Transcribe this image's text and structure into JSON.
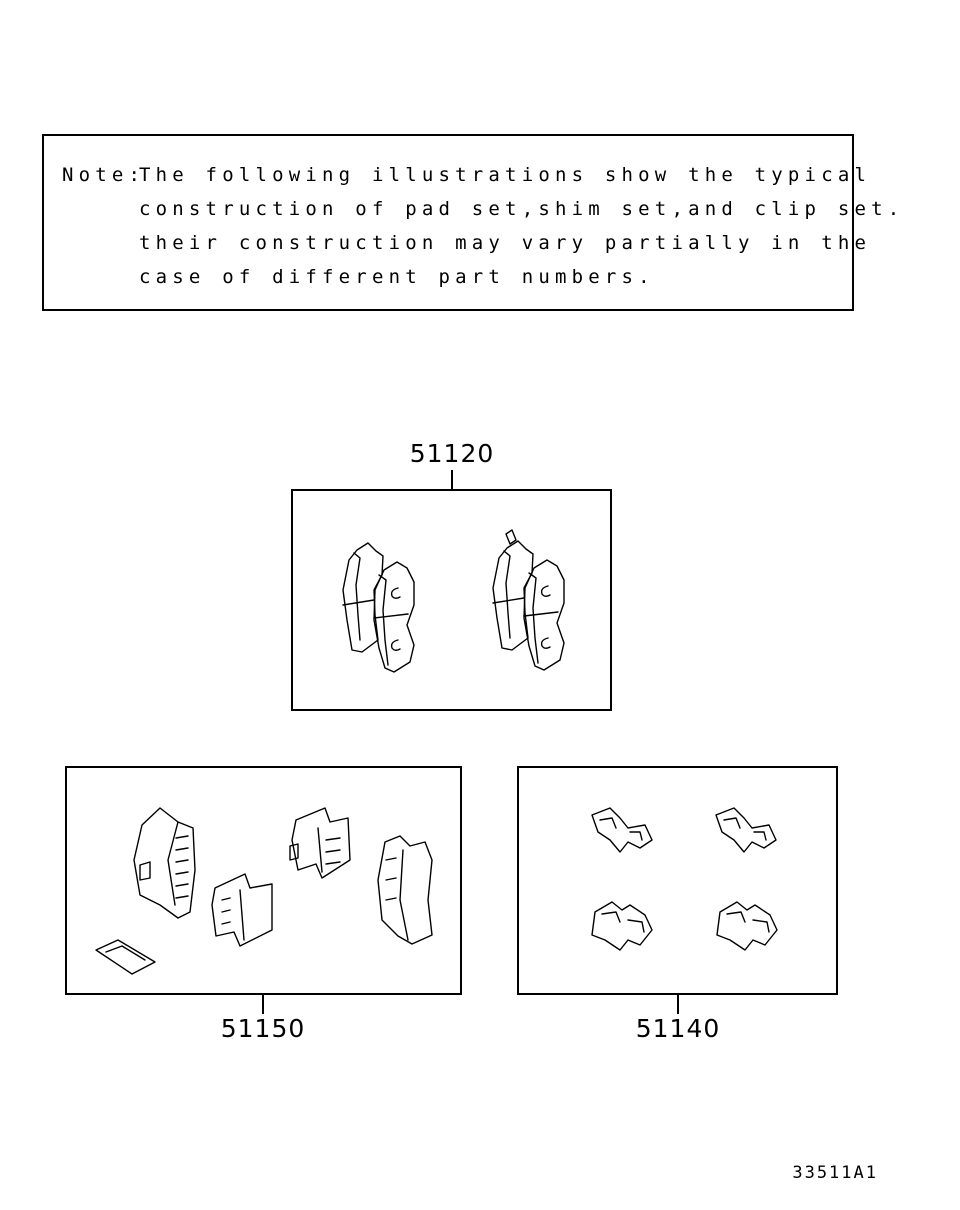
{
  "note": {
    "label": "Note:",
    "lines": [
      "The following illustrations show the typical",
      "construction of pad set,shim set,and clip set.",
      "their construction may vary partially in the",
      "case of different part numbers."
    ]
  },
  "parts": [
    {
      "number": "51120",
      "contents": "pad set"
    },
    {
      "number": "51150",
      "contents": "shim set"
    },
    {
      "number": "51140",
      "contents": "clip set"
    }
  ],
  "figure_code": "33511A1"
}
